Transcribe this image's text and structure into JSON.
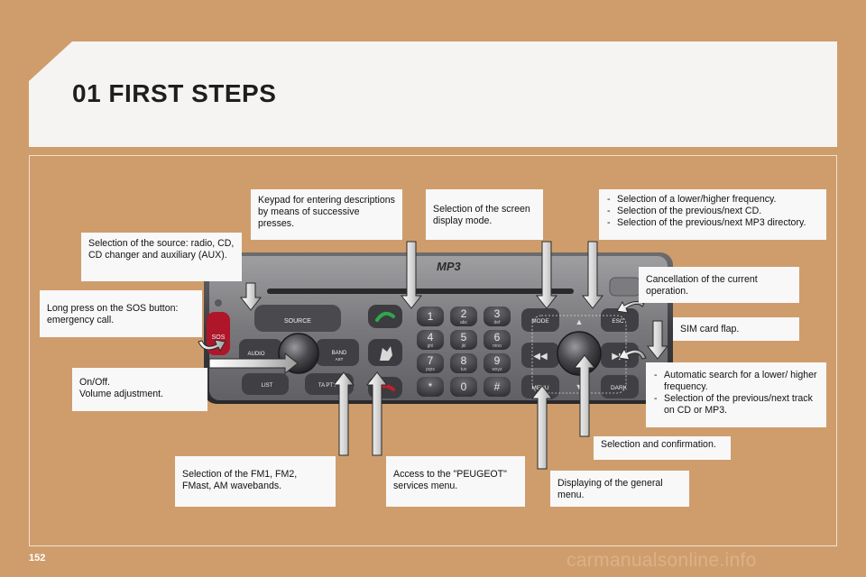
{
  "page": {
    "title": "01 FIRST STEPS",
    "page_number": "152",
    "watermark": "carmanualsonline.info"
  },
  "device": {
    "display_logo": "MP3",
    "buttons": {
      "source": "SOURCE",
      "audio": "AUDIO",
      "band": "BAND",
      "band_sub": "AST",
      "list": "LIST",
      "ta_pty": "TA PTY",
      "sos": "SOS",
      "mode": "MODE",
      "esc": "ESC",
      "menu": "MENU",
      "dark": "DARK"
    },
    "keypad": [
      {
        "main": "1",
        "sub": ""
      },
      {
        "main": "2",
        "sub": "abc"
      },
      {
        "main": "3",
        "sub": "def"
      },
      {
        "main": "4",
        "sub": "ghi"
      },
      {
        "main": "5",
        "sub": "jkl"
      },
      {
        "main": "6",
        "sub": "mno"
      },
      {
        "main": "7",
        "sub": "pqrs"
      },
      {
        "main": "8",
        "sub": "tuv"
      },
      {
        "main": "9",
        "sub": "wxyz"
      },
      {
        "main": "*",
        "sub": ""
      },
      {
        "main": "0",
        "sub": ""
      },
      {
        "main": "#",
        "sub": ""
      }
    ]
  },
  "callouts": {
    "keypad": "Keypad for entering descriptions by means of successive presses.",
    "display_mode": "Selection of the screen display mode.",
    "frequency": [
      "Selection of a lower/higher frequency.",
      "Selection of the previous/next CD.",
      "Selection of the previous/next MP3 directory."
    ],
    "source": "Selection of the source: radio, CD, CD changer and auxiliary (AUX).",
    "cancel": "Cancellation of the current operation.",
    "sos": "Long press on the SOS button: emergency call.",
    "sim": "SIM card flap.",
    "onoff_line1": "On/Off.",
    "onoff_line2": "Volume adjustment.",
    "search": [
      "Automatic search for a lower/ higher frequency.",
      "Selection of the previous/next track on CD or MP3."
    ],
    "select_confirm": "Selection and confirmation.",
    "wavebands": "Selection of the FM1, FM2, FMast, AM wavebands.",
    "peugeot": "Access to the \"PEUGEOT\" services menu.",
    "general_menu": "Displaying of the general menu."
  }
}
